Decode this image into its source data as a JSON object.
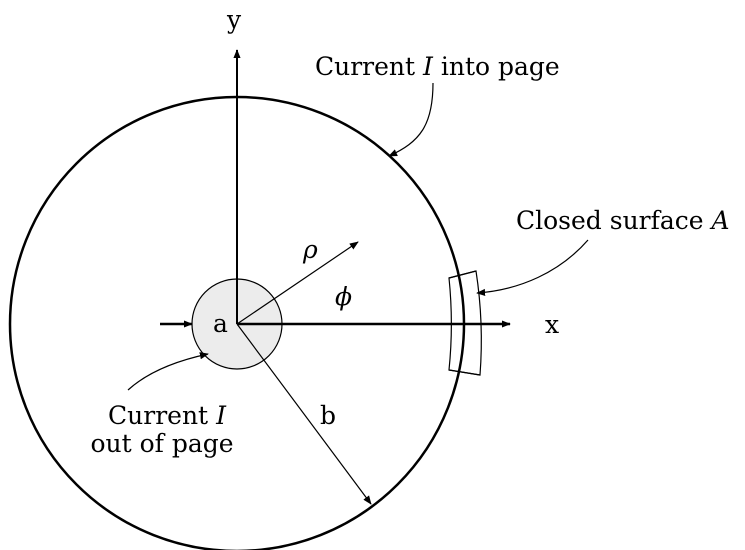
{
  "labels": {
    "y_axis": "y",
    "x_axis": "x",
    "inner_radius": "a",
    "outer_radius": "b",
    "rho": "ρ",
    "phi": "ϕ",
    "outer_current_pre": "Current ",
    "outer_current_sym": "I",
    "outer_current_post": " into page",
    "surface_pre": "Closed surface ",
    "surface_sym": "A",
    "inner_current_line1_pre": "Current ",
    "inner_current_line1_sym": "I",
    "inner_current_line2": "out of page"
  },
  "colors": {
    "stroke": "#000000",
    "inner_fill": "#ececec",
    "background": "#ffffff"
  }
}
